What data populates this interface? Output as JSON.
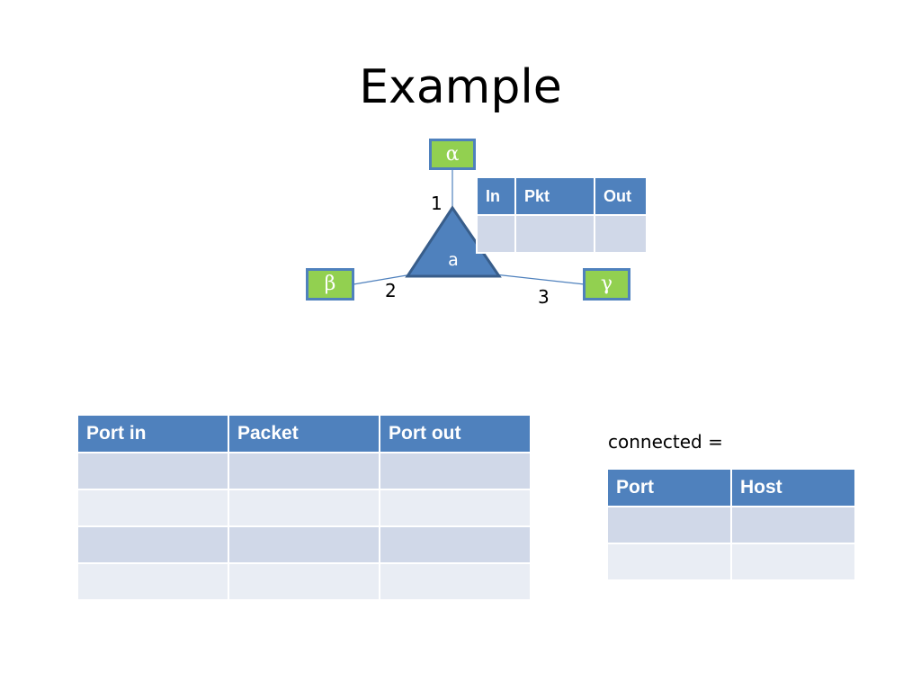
{
  "title": "Example",
  "diagram": {
    "switch_label": "a",
    "hosts": {
      "alpha": "α",
      "beta": "β",
      "gamma": "γ"
    },
    "ports": {
      "p1": "1",
      "p2": "2",
      "p3": "3"
    }
  },
  "flow_table_small": {
    "headers": [
      "In",
      "Pkt",
      "Out"
    ]
  },
  "flow_table": {
    "headers": [
      "Port in",
      "Packet",
      "Port out"
    ]
  },
  "connected_label": "connected =",
  "connected_table": {
    "headers": [
      "Port",
      "Host"
    ]
  },
  "colors": {
    "header_blue": "#4f81bd",
    "row_light": "#d0d8e8",
    "row_lighter": "#e9edf4",
    "host_green": "#92d050"
  }
}
